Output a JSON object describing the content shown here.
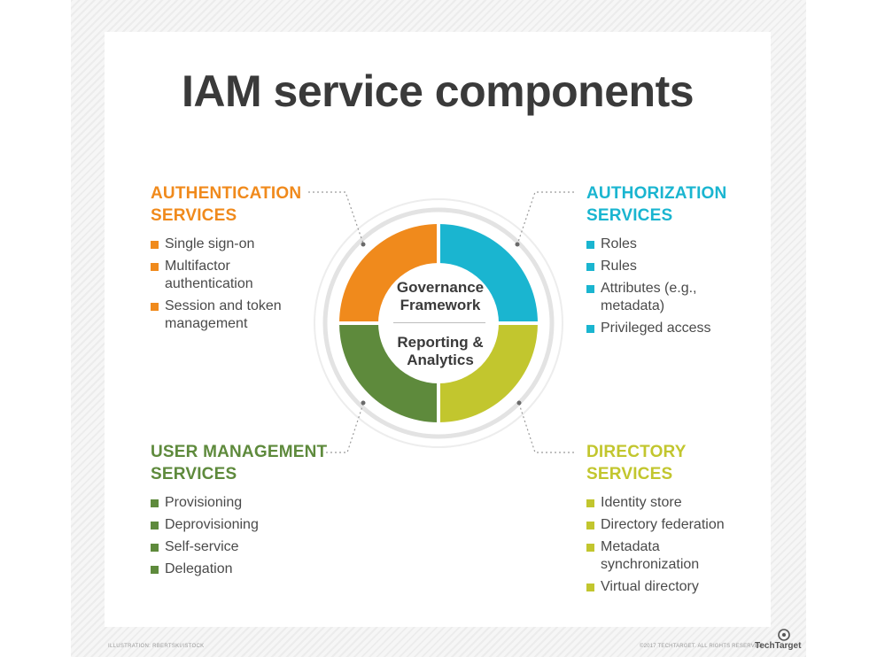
{
  "title": "IAM service components",
  "center": {
    "top": "Governance Framework",
    "bottom": "Reporting & Analytics"
  },
  "sections": {
    "authentication": {
      "heading_line1": "AUTHENTICATION",
      "heading_line2": "SERVICES",
      "color": "#f08a1c",
      "items": [
        "Single sign-on",
        "Multifactor authentication",
        "Session and token management"
      ]
    },
    "authorization": {
      "heading_line1": "AUTHORIZATION",
      "heading_line2": "SERVICES",
      "color": "#1ab5d0",
      "items": [
        "Roles",
        "Rules",
        "Attributes (e.g., metadata)",
        "Privileged access"
      ]
    },
    "user_management": {
      "heading_line1": "USER MANAGEMENT",
      "heading_line2": "SERVICES",
      "color": "#5e8a3c",
      "items": [
        "Provisioning",
        "Deprovisioning",
        "Self-service",
        "Delegation"
      ]
    },
    "directory": {
      "heading_line1": "DIRECTORY",
      "heading_line2": "SERVICES",
      "color": "#c2c62e",
      "items": [
        "Identity store",
        "Directory federation",
        "Metadata synchronization",
        "Virtual directory"
      ]
    }
  },
  "footer": {
    "credit": "ILLUSTRATION: RBERTSKI/ISTOCK",
    "copyright": "©2017 TECHTARGET. ALL RIGHTS RESERVED",
    "logo_text": "TechTarget",
    "logo_icon": "techtarget-logo-icon"
  }
}
